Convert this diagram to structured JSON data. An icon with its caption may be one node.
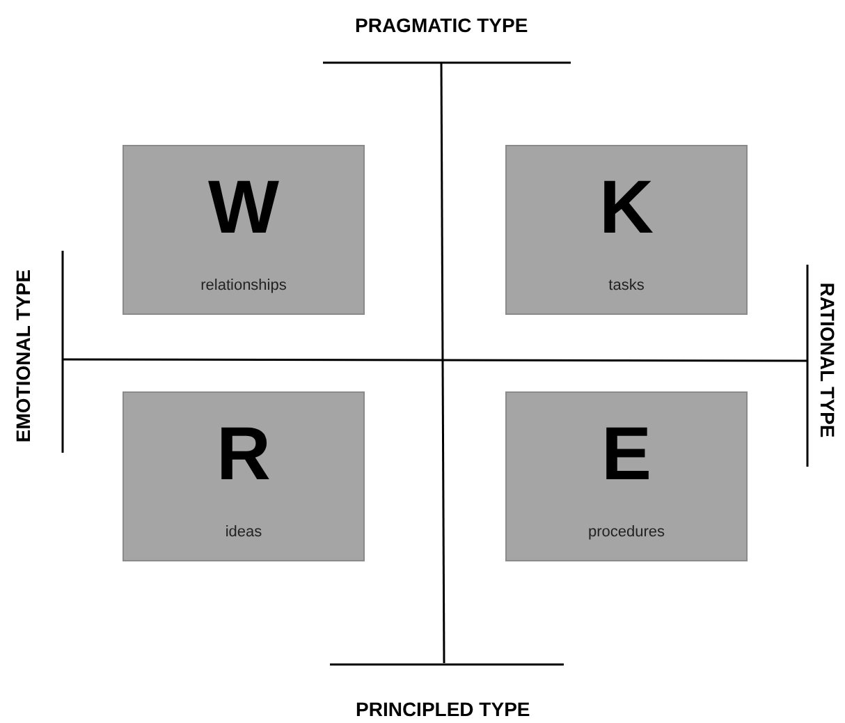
{
  "diagram": {
    "nodes": [
      {
        "text": [
          "W",
          "relationships"
        ]
      },
      {
        "text": [
          "K",
          "tasks"
        ]
      },
      {
        "text": [
          "R",
          "ideas"
        ]
      },
      {
        "text": [
          "E",
          "procedures"
        ]
      }
    ],
    "labels": [
      "PRAGMATIC TYPE",
      "EMOTIONAL TYPE",
      "RATIONAL TYPE",
      "PRINCIPLED TYPE"
    ]
  }
}
